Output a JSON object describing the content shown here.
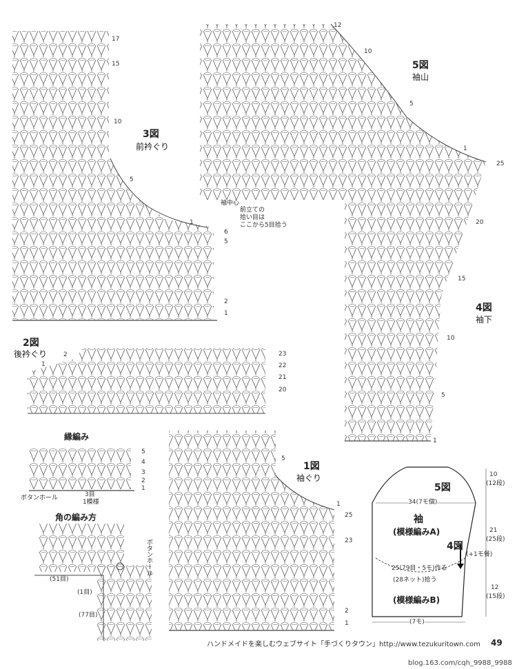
{
  "diagram3": {
    "num": "3図",
    "name": "前衿ぐり",
    "rows": [
      "17",
      "15",
      "10",
      "5",
      "1",
      "6",
      "5",
      "2",
      "1"
    ],
    "center_label": "袖中心",
    "front_note": [
      "前立ての",
      "拾い目は",
      "ここから5目拾う"
    ]
  },
  "diagram5": {
    "num": "5図",
    "name": "袖山",
    "rows": [
      "12",
      "10",
      "5",
      "1"
    ]
  },
  "diagram4": {
    "num": "4図",
    "name": "袖下",
    "rows": [
      "25",
      "20",
      "15",
      "10",
      "5",
      "1"
    ]
  },
  "diagram2": {
    "num": "2図",
    "name": "後衿ぐり",
    "left_rows": [
      "2",
      "1"
    ],
    "right_rows": [
      "23",
      "22",
      "21",
      "20"
    ]
  },
  "diagram1": {
    "num": "1図",
    "name": "袖ぐり",
    "rows": [
      "5",
      "1",
      "25",
      "23",
      "2",
      "1"
    ]
  },
  "edging": {
    "title": "縁編み",
    "rows": [
      "5",
      "4",
      "3",
      "2",
      "1"
    ],
    "buttonhole": "ボタンホール",
    "repeat": [
      "3目",
      "1模様"
    ]
  },
  "corner": {
    "title": "角の編み方",
    "buttonhole": "ボタンホール",
    "labels": [
      "(51目)",
      "(1目)",
      "(77目)"
    ]
  },
  "schematic": {
    "fig5": "5図",
    "fig4": "4図",
    "sleeve": "袖",
    "patternA": "(模様編みA)",
    "patternB": "(模様編みB)",
    "top_width": "34(7モ個)",
    "mid": "25(79目・5モ)作る",
    "pick": "(28ネット)拾う",
    "bottom_width": "(7モ)",
    "side": [
      "10",
      "(12段)",
      "21",
      "(25段)",
      "(+1モ餐)",
      "12",
      "(15段)"
    ]
  },
  "footer": "ハンドメイドを楽しむウェブサイト「手づくりタウン」http://www.tezukuritown.com",
  "page_number": "49",
  "watermark": "blog.163.com/cqh_9988_9988"
}
